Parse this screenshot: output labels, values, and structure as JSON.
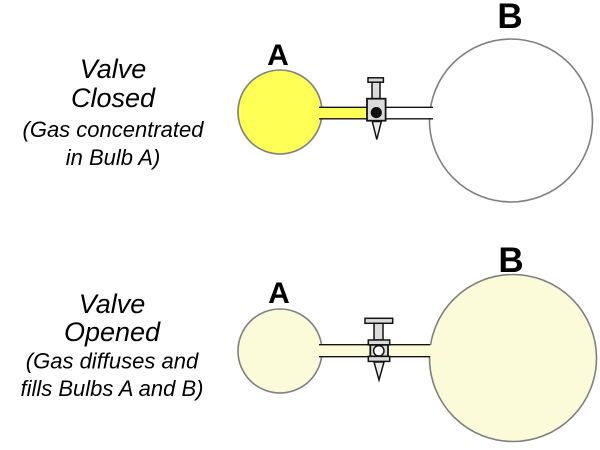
{
  "figure": {
    "description": "Gas diffusion two-bulb stopcock demonstration"
  },
  "colors": {
    "gas_concentrated": "#FFFF55",
    "gas_diffused": "#FCFBD9",
    "empty_bulb": "#FFFFFF",
    "valve_fill": "#DBDBDB",
    "needle_fill": "#EDEDED",
    "plug_closed": "#111111",
    "port_open": "#FFFFFF"
  },
  "panels": [
    {
      "state": "closed",
      "caption": {
        "line1": "Valve",
        "line2": "Closed",
        "line3": "(Gas concentrated",
        "line4": "in Bulb A)"
      },
      "bulb_a_label": "A",
      "bulb_b_label": "B"
    },
    {
      "state": "open",
      "caption": {
        "line1": "Valve",
        "line2": "Opened",
        "line3": "(Gas diffuses and",
        "line4": "fills Bulbs A and B)"
      },
      "bulb_a_label": "A",
      "bulb_b_label": "B"
    }
  ]
}
